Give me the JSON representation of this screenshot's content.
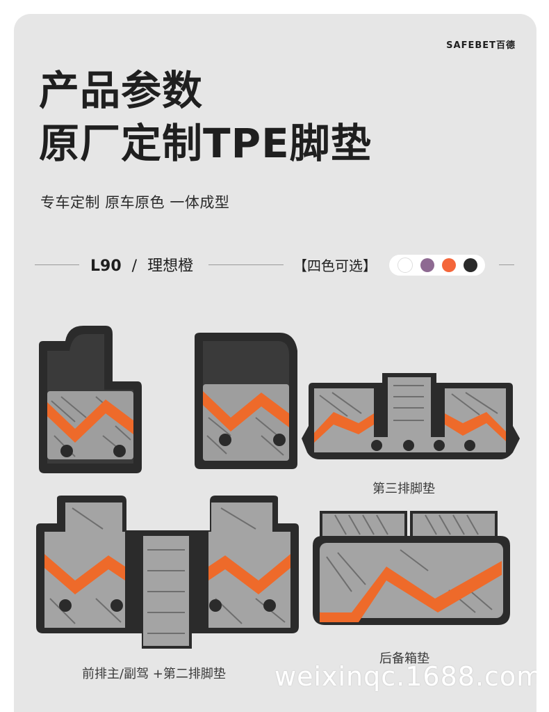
{
  "brand": "SAFEBET百德",
  "title_line1": "产品参数",
  "title_line2": "原厂定制TPE脚垫",
  "subtitle": "专车定制  原车原色  一体成型",
  "model_code": "L90",
  "model_sep": "/",
  "model_color": "理想橙",
  "options_label": "【四色可选】",
  "swatch_colors": [
    "#ffffff",
    "#8e6a92",
    "#f4663a",
    "#2a2a2a"
  ],
  "captions": {
    "third_row": "第三排脚垫",
    "front_second": "前排主/副驾 +第二排脚垫",
    "trunk": "后备箱垫"
  },
  "watermark": "weixinqc.1688.com",
  "colors": {
    "mat_frame": "#2b2b2b",
    "mat_grey": "#9a9a9a",
    "mat_light": "#b8b8b8",
    "accent_orange": "#ee6a2a"
  }
}
